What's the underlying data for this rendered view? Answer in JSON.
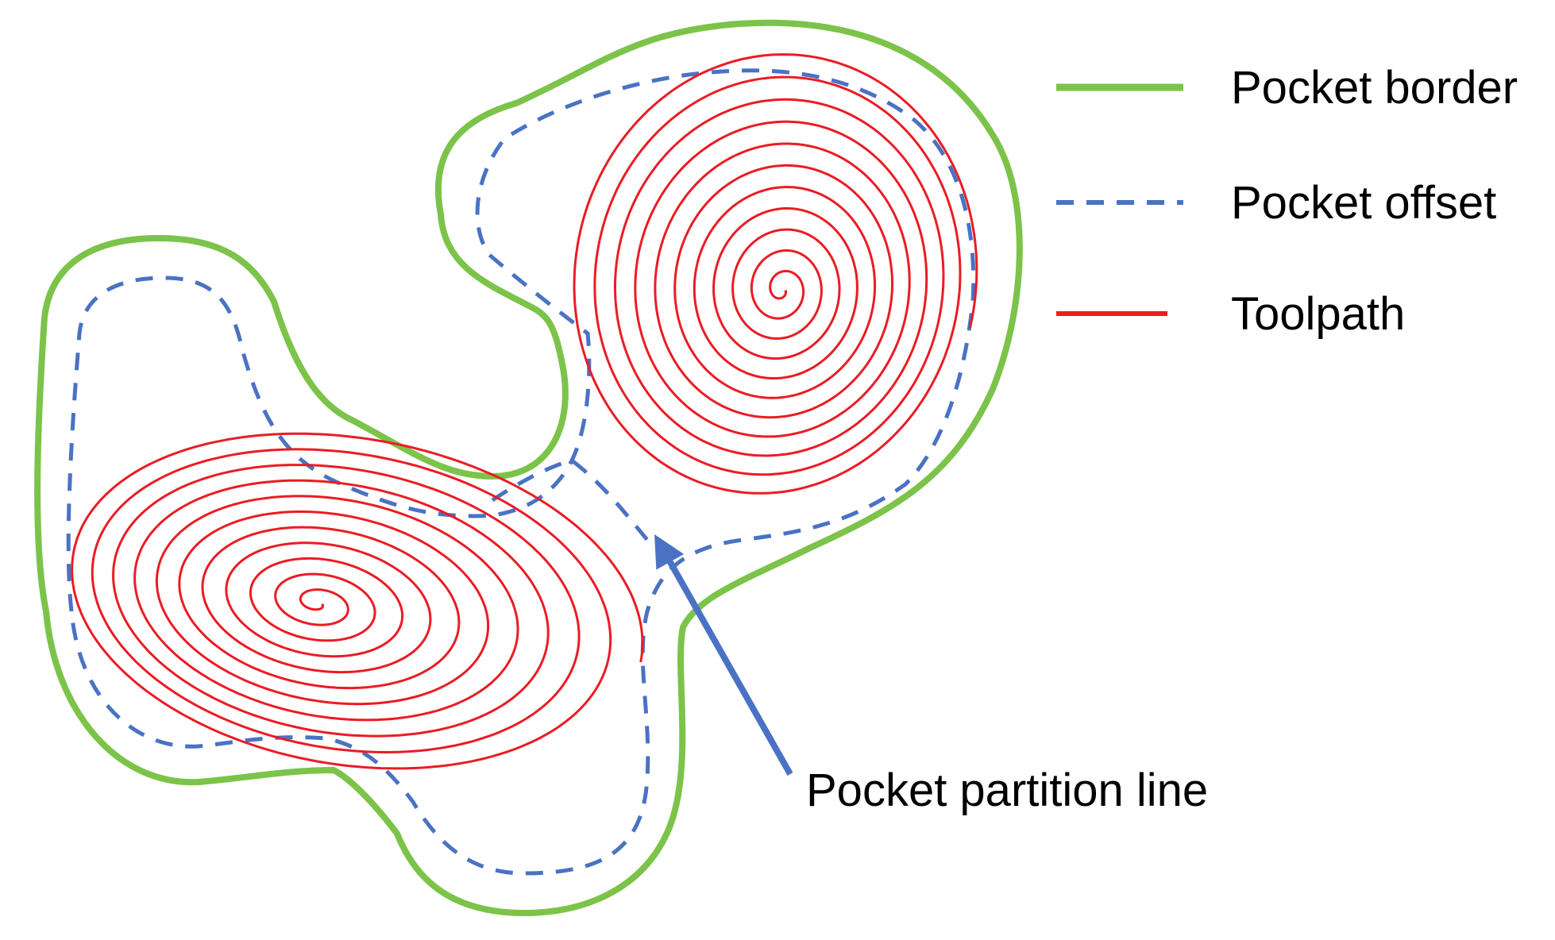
{
  "legend": {
    "items": [
      {
        "label": "Pocket border",
        "style": "solid",
        "color": "#7cc34a"
      },
      {
        "label": "Pocket offset",
        "style": "dashed",
        "color": "#4a72c4"
      },
      {
        "label": "Toolpath",
        "style": "solid",
        "color": "#ea1c24"
      }
    ]
  },
  "callout": {
    "label": "Pocket partition line",
    "arrow_color": "#4a72c4"
  }
}
